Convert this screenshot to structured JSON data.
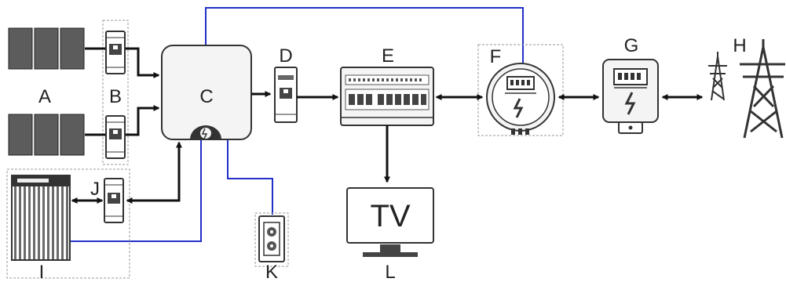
{
  "labels": {
    "a": "A",
    "b": "B",
    "c": "C",
    "d": "D",
    "e": "E",
    "f": "F",
    "g": "G",
    "h": "H",
    "i": "I",
    "j": "J",
    "k": "K",
    "l": "L"
  },
  "tv_text": "TV",
  "colors": {
    "power_line": "#111111",
    "comm_line": "#2230c8",
    "dashed_box": "#9a9a9a"
  }
}
